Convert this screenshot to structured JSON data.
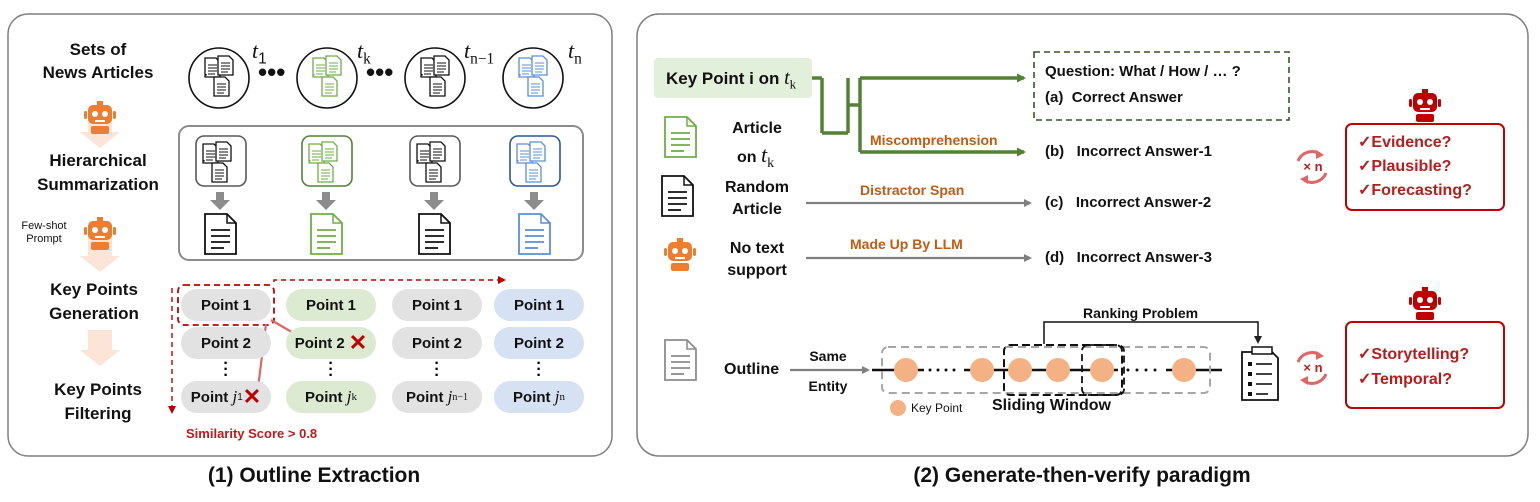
{
  "panel1": {
    "caption": "(1) Outline Extraction",
    "row_labels": {
      "sets_line1": "Sets of",
      "sets_line2": "News Articles",
      "hier_line1": "Hierarchical",
      "hier_line2": "Summarization",
      "fewshot_line1": "Few-shot",
      "fewshot_line2": "Prompt",
      "kpg_line1": "Key Points",
      "kpg_line2": "Generation",
      "kpf_line1": "Key Points",
      "kpf_line2": "Filtering"
    },
    "time_labels": [
      "t",
      "1",
      "t",
      "k",
      "t",
      "n−1",
      "t",
      "n"
    ],
    "columns": [
      {
        "point1": "Point 1",
        "point2": "Point 2",
        "pointj": "Point ",
        "j": "j",
        "jsub": "1"
      },
      {
        "point1": "Point 1",
        "point2": "Point 2",
        "pointj": "Point ",
        "j": "j",
        "jsub": "k"
      },
      {
        "point1": "Point 1",
        "point2": "Point 2",
        "pointj": "Point ",
        "j": "j",
        "jsub": "n−1"
      },
      {
        "point1": "Point 1",
        "point2": "Point 2",
        "pointj": "Point ",
        "j": "j",
        "jsub": "n"
      }
    ],
    "similarity": "Similarity Score > 0.8",
    "colors": {
      "green": "#548235",
      "blue": "#2f5597",
      "red": "#c00000",
      "gray": "#7f7f7f",
      "orange": "#ed7d31"
    }
  },
  "panel2": {
    "caption": "(2) Generate-then-verify paradigm",
    "keypoint": {
      "text": "Key Point i on ",
      "t": "t",
      "sub": "k"
    },
    "question": "Question: What / How / … ?",
    "sources": {
      "article_line1": "Article",
      "article_line2": "on ",
      "article_t": "t",
      "article_sub": "k",
      "random_line1": "Random",
      "random_line2": "Article",
      "notext_line1": "No text",
      "notext_line2": "support"
    },
    "arrow_labels": {
      "miscomp": "Miscomprehension",
      "distractor": "Distractor Span",
      "madeup": "Made Up By LLM"
    },
    "answers": {
      "a_tag": "(a)",
      "a": "Correct Answer",
      "b_tag": "(b)",
      "b": "Incorrect Answer-1",
      "c_tag": "(c)",
      "c": "Incorrect Answer-2",
      "d_tag": "(d)",
      "d": "Incorrect Answer-3"
    },
    "verify_top": [
      "✓Evidence?",
      "✓Plausible?",
      "✓Forecasting?"
    ],
    "verify_bottom": [
      "✓Storytelling?",
      "✓Temporal?"
    ],
    "repeat_label": "× n",
    "outline": {
      "label": "Outline",
      "same": "Same",
      "entity": "Entity",
      "ranking": "Ranking Problem",
      "sliding": "Sliding Window",
      "legend": "Key Point"
    }
  }
}
